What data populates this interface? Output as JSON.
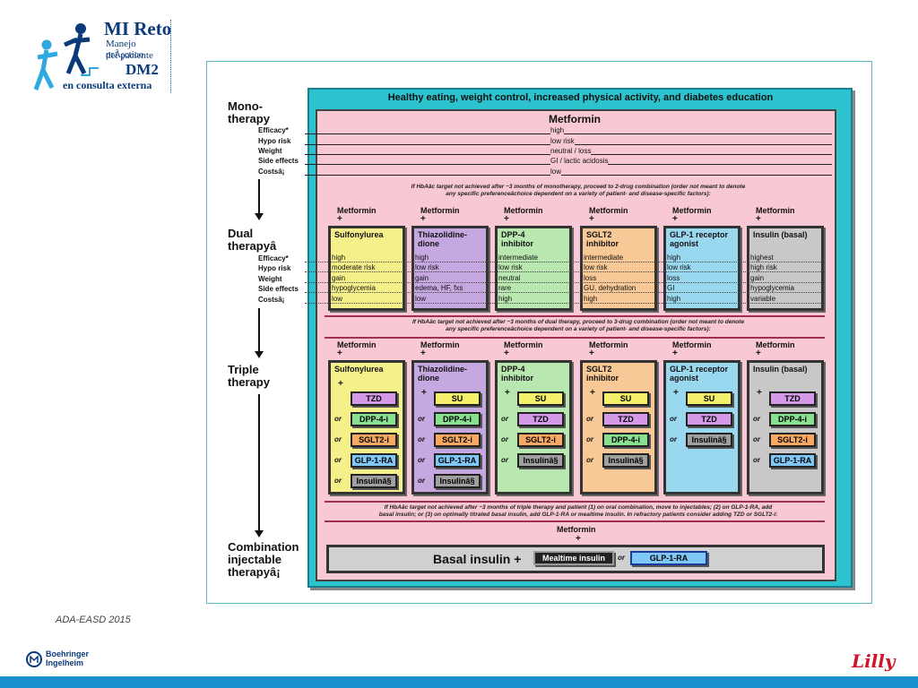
{
  "logo": {
    "title": "MI Reto",
    "line1": "Manejo prÃ¡ctico",
    "line2": "del paciente",
    "line3": "DM2",
    "line4": "en consulta externa"
  },
  "header": "Healthy eating, weight control, increased physical activity, and diabetes education",
  "stages": {
    "mono": "Mono-\ntherapy",
    "dual": "Dual\ntherapyâ ",
    "triple": "Triple\ntherapy",
    "combo": "Combination\ninjectable\ntherapyâ¡"
  },
  "side_labels": [
    "Efficacy*",
    "Hypo risk",
    "Weight",
    "Side effects",
    "Costsâ¡"
  ],
  "side_labels_dual": [
    "Efficacy*",
    "Hypo risk",
    "Weight",
    "Side effects",
    "Costsâ¡"
  ],
  "mono": {
    "title": "Metformin",
    "values": [
      "high",
      "low risk",
      "neutral / loss",
      "GI / lactic acidosis",
      "low"
    ]
  },
  "note1": {
    "l1": "If HbAâc target not achieved after ~3 months of monotherapy, proceed to 2-drug combination (order not meant to denote",
    "l2": "any specific preferenceâchoice dependent on a variety of patient- and disease-specific factors):"
  },
  "note2": {
    "l1": "If HbAâc target not achieved after ~3 months of dual therapy, proceed to 3-drug combination (order not meant to denote",
    "l2": "any specific preferenceâchoice dependent on a variety of patient- and disease-specific factors):"
  },
  "note3": {
    "l1": "If HbAâc target not achieved after ~3 months of triple therapy and patient (1) on oral combination, move to injectables; (2) on GLP-1-RA, add",
    "l2": "basal insulin; or (3) on optimally titrated basal insulin, add GLP-1-RA or mealtime insulin. In refractory patients consider adding TZD or SGLT2-i:"
  },
  "metformin": "Metformin",
  "plus": "+",
  "or": "or",
  "dual": [
    {
      "name": "Sulfonylurea",
      "values": [
        "high",
        "moderate risk",
        "gain",
        "hypoglycemia",
        "low"
      ],
      "color": "#f6f08a"
    },
    {
      "name": "Thiazolidine-\ndione",
      "values": [
        "high",
        "low risk",
        "gain",
        "edema, HF, fxs",
        "low"
      ],
      "color": "#c6a8e0"
    },
    {
      "name": "DPP-4\ninhibitor",
      "values": [
        "intermediate",
        "low risk",
        "neutral",
        "rare",
        "high"
      ],
      "color": "#b8e8b0"
    },
    {
      "name": "SGLT2\ninhibitor",
      "values": [
        "intermediate",
        "low risk",
        "loss",
        "GU, dehydration",
        "high"
      ],
      "color": "#f8c896"
    },
    {
      "name": "GLP-1 receptor\nagonist",
      "values": [
        "high",
        "low risk",
        "loss",
        "GI",
        "high"
      ],
      "color": "#9ad8f0"
    },
    {
      "name": "Insulin (basal)",
      "values": [
        "highest",
        "high risk",
        "gain",
        "hypoglycemia",
        "variable"
      ],
      "color": "#c8c8c8"
    }
  ],
  "triple": [
    {
      "name": "Sulfonylurea",
      "color": "#f6f08a",
      "items": [
        "TZD",
        "DPP-4-i",
        "SGLT2-i",
        "GLP-1-RA",
        "Insulinâ§"
      ]
    },
    {
      "name": "Thiazolidine-\ndione",
      "color": "#c6a8e0",
      "items": [
        "SU",
        "DPP-4-i",
        "SGLT2-i",
        "GLP-1-RA",
        "Insulinâ§"
      ]
    },
    {
      "name": "DPP-4\ninhibitor",
      "color": "#b8e8b0",
      "items": [
        "SU",
        "TZD",
        "SGLT2-i",
        "Insulinâ§"
      ]
    },
    {
      "name": "SGLT2\ninhibitor",
      "color": "#f8c896",
      "items": [
        "SU",
        "TZD",
        "DPP-4-i",
        "Insulinâ§"
      ]
    },
    {
      "name": "GLP-1 receptor\nagonist",
      "color": "#9ad8f0",
      "items": [
        "SU",
        "TZD",
        "Insulinâ§"
      ]
    },
    {
      "name": "Insulin (basal)",
      "color": "#c8c8c8",
      "items": [
        "TZD",
        "DPP-4-i",
        "SGLT2-i",
        "GLP-1-RA"
      ]
    }
  ],
  "pill_colors": {
    "TZD": "#d49ae8",
    "SU": "#f4f06a",
    "DPP-4-i": "#88e090",
    "SGLT2-i": "#f8a860",
    "GLP-1-RA": "#80c8f8",
    "Insulinâ§": "#a0a0a0"
  },
  "combo": {
    "basal": "Basal insulin +",
    "mealtime": "Mealtime insulin",
    "glp": "GLP-1-RA"
  },
  "footer": {
    "source": "ADA-EASD 2015",
    "bi1": "Boehringer",
    "bi2": "Ingelheim",
    "lilly": "Lilly"
  }
}
